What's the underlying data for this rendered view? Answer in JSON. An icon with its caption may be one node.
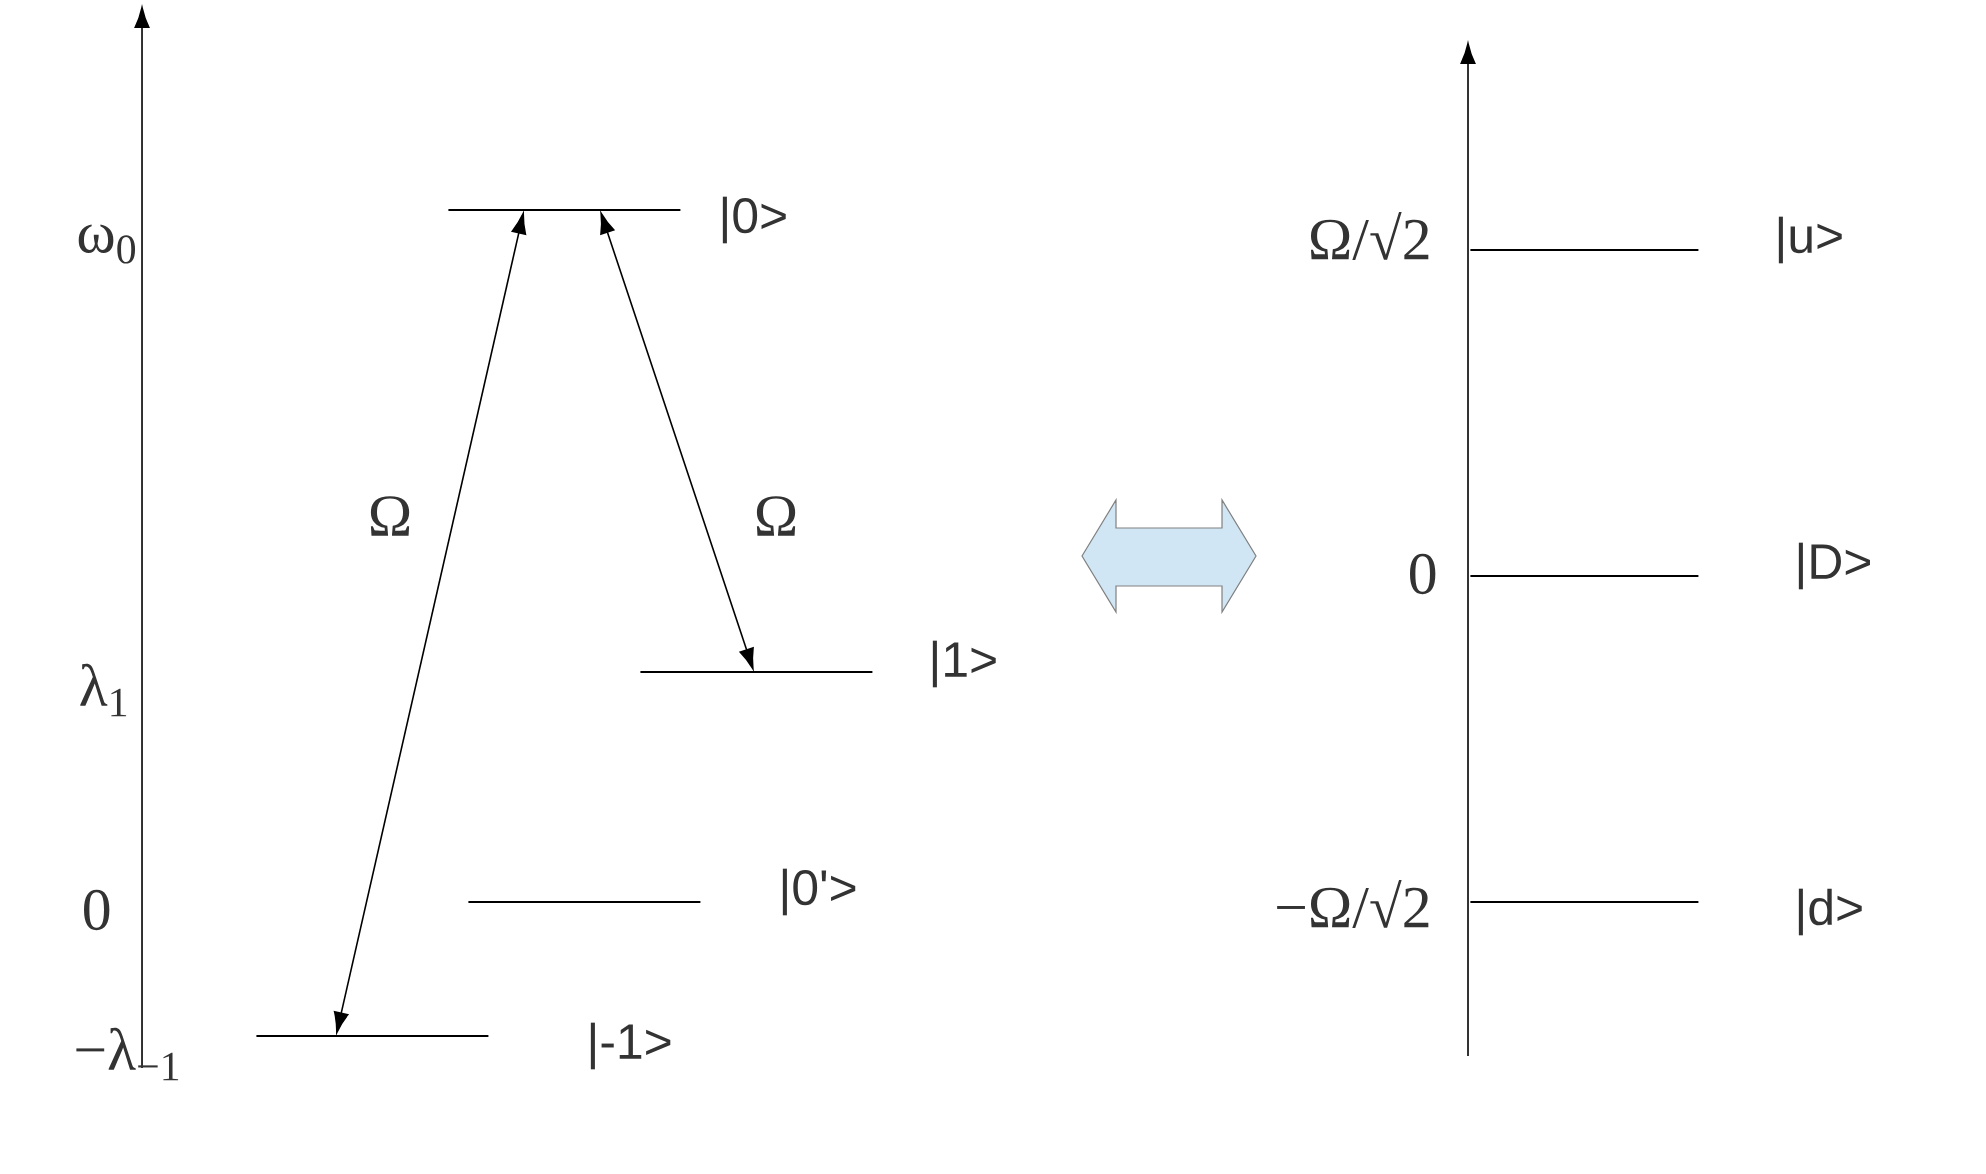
{
  "diagram": {
    "nodes": [
      {
        "text": [],
        "shape": "bar",
        "beside": [
          "|0>"
        ]
      },
      {
        "text": [],
        "shape": "bar",
        "beside": [
          "|1>"
        ]
      },
      {
        "text": [],
        "shape": "bar",
        "beside": [
          "|0'>"
        ]
      },
      {
        "text": [],
        "shape": "bar",
        "beside": [
          "|-1>"
        ]
      },
      {
        "text": [],
        "shape": "bar",
        "beside": [
          "|u>"
        ]
      },
      {
        "text": [],
        "shape": "bar",
        "beside": [
          "|D>"
        ]
      },
      {
        "text": [],
        "shape": "bar",
        "beside": [
          "|d>"
        ]
      }
    ],
    "edges": [
      {
        "from": 3,
        "to": 0,
        "arrow": "both",
        "label": "Ω"
      },
      {
        "from": 0,
        "to": 1,
        "arrow": "both",
        "label": "Ω"
      }
    ],
    "labels": [
      "ω$_{0}$",
      "λ$_{1}$",
      "0",
      "−λ$_{−1}$",
      "Ω/√2",
      "0",
      "−Ω/√2"
    ]
  }
}
